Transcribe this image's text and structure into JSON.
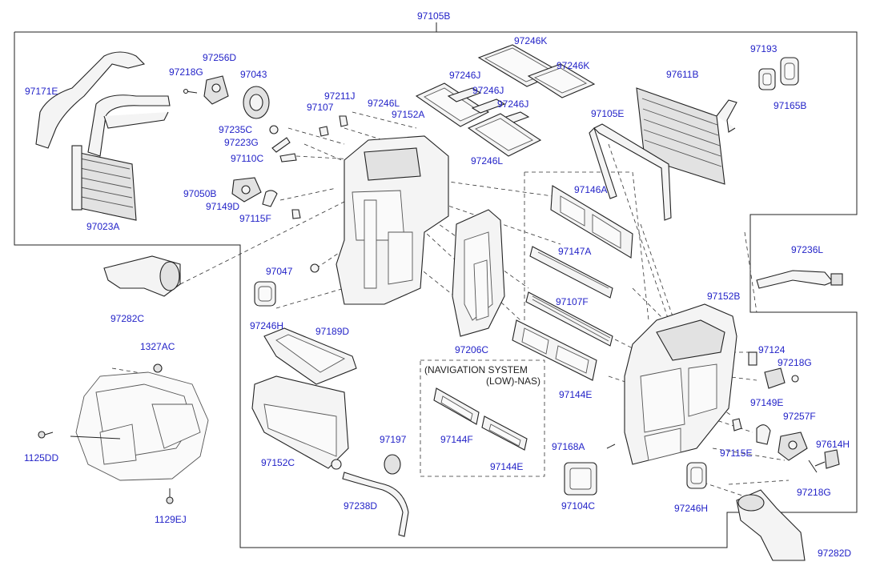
{
  "diagram": {
    "labels": {
      "97105B": "97105B",
      "97171E": "97171E",
      "97256D": "97256D",
      "97218G_top": "97218G",
      "97043": "97043",
      "97211J": "97211J",
      "97107": "97107",
      "97235C": "97235C",
      "97223G": "97223G",
      "97110C": "97110C",
      "97050B": "97050B",
      "97149D": "97149D",
      "97115F": "97115F",
      "97023A": "97023A",
      "97246K_a": "97246K",
      "97246K_b": "97246K",
      "97246J_a": "97246J",
      "97246J_b": "97246J",
      "97246J_c": "97246J",
      "97246L_a": "97246L",
      "97246L_b": "97246L",
      "97152A": "97152A",
      "97193": "97193",
      "97165B": "97165B",
      "97611B": "97611B",
      "97105E": "97105E",
      "97146A": "97146A",
      "97236L": "97236L",
      "97147A": "97147A",
      "97107F": "97107F",
      "97152B": "97152B",
      "97282C": "97282C",
      "97047": "97047",
      "97246H_left": "97246H",
      "97189D": "97189D",
      "97206C": "97206C",
      "1327AC": "1327AC",
      "97124": "97124",
      "97218G_right": "97218G",
      "97144E_top": "97144E",
      "97149E": "97149E",
      "97257F": "97257F",
      "97152C": "97152C",
      "97197": "97197",
      "97144F": "97144F",
      "97144E_nav": "97144E",
      "97168A": "97168A",
      "97115E": "97115E",
      "97614H": "97614H",
      "1125DD": "1125DD",
      "97218G_bottom": "97218G",
      "97238D": "97238D",
      "97104C": "97104C",
      "97246H_right": "97246H",
      "1129EJ": "1129EJ",
      "97282D": "97282D"
    },
    "nav_note_line1": "(NAVIGATION SYSTEM",
    "nav_note_line2": "(LOW)-NAS)"
  }
}
